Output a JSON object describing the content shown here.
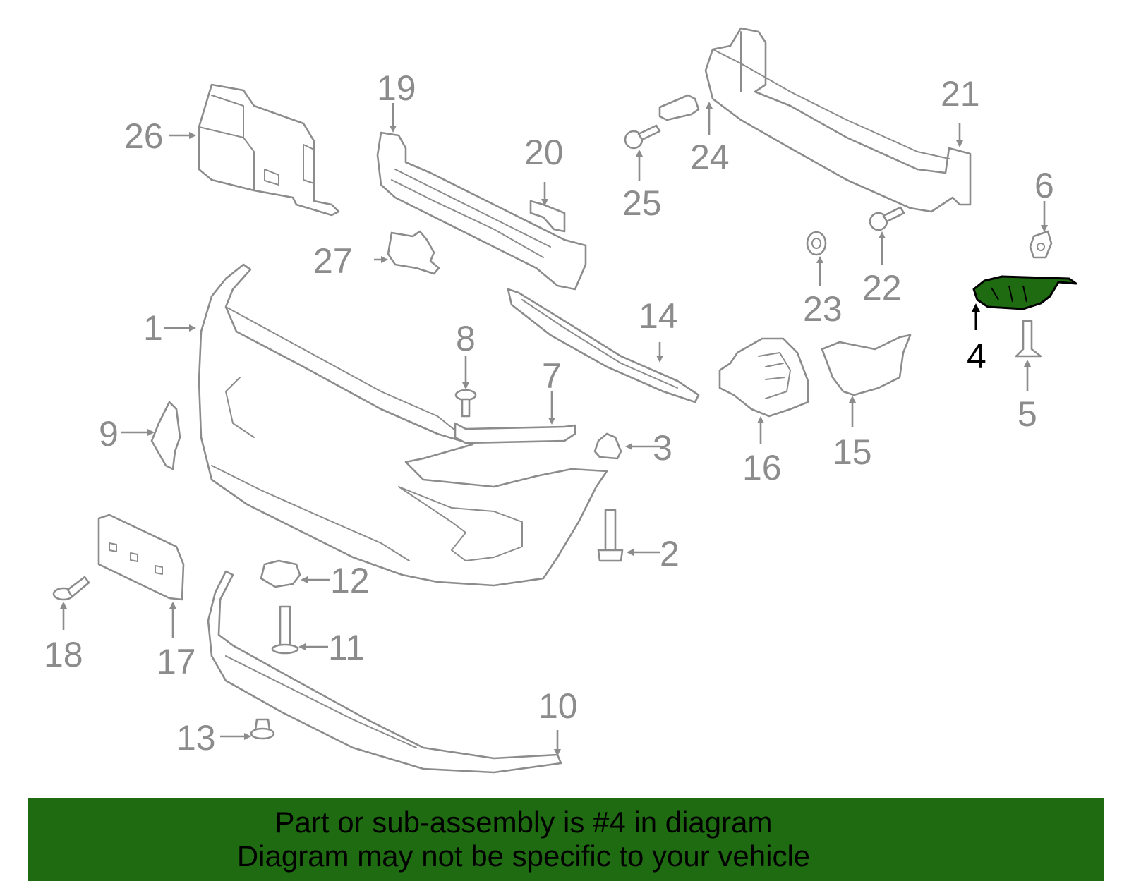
{
  "diagram": {
    "highlighted_part": "4",
    "highlight_color": "#1f6b12",
    "line_color": "#8c8c8c",
    "callouts": {
      "c1": "1",
      "c2": "2",
      "c3": "3",
      "c4": "4",
      "c5": "5",
      "c6": "6",
      "c7": "7",
      "c8": "8",
      "c9": "9",
      "c10": "10",
      "c11": "11",
      "c12": "12",
      "c13": "13",
      "c14": "14",
      "c15": "15",
      "c16": "16",
      "c17": "17",
      "c18": "18",
      "c19": "19",
      "c20": "20",
      "c21": "21",
      "c22": "22",
      "c23": "23",
      "c24": "24",
      "c25": "25",
      "c26": "26",
      "c27": "27"
    }
  },
  "banner": {
    "line1": "Part or sub-assembly is #4 in diagram",
    "line2": "Diagram may not be specific to your vehicle",
    "background": "#1f6b12"
  }
}
